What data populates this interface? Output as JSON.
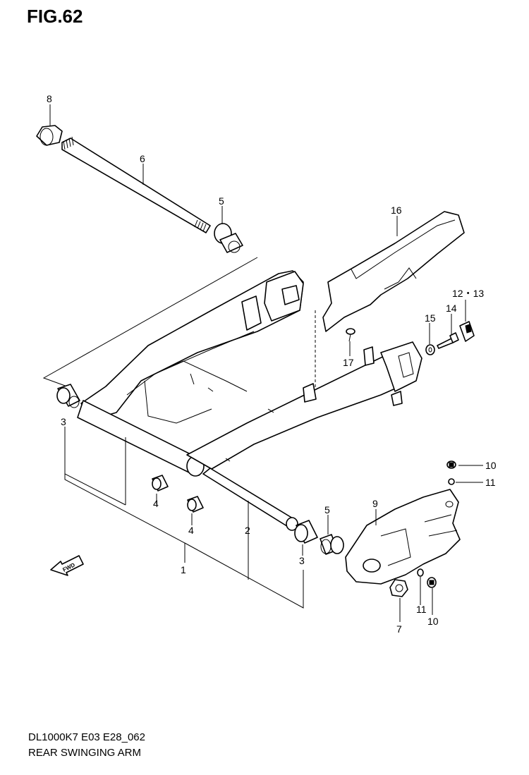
{
  "figure": {
    "title": "FIG.62",
    "model_code": "DL1000K7 E03 E28_062",
    "name": "REAR SWINGING ARM"
  },
  "callouts": {
    "c1": "1",
    "c2": "2",
    "c3a": "3",
    "c3b": "3",
    "c4a": "4",
    "c4b": "4",
    "c5a": "5",
    "c5b": "5",
    "c6": "6",
    "c7": "7",
    "c8": "8",
    "c9": "9",
    "c10a": "10",
    "c10b": "10",
    "c11a": "11",
    "c11b": "11",
    "c12_13": "12・13",
    "c14": "14",
    "c15": "15",
    "c16": "16",
    "c17": "17"
  },
  "fwd_label": "FWD"
}
